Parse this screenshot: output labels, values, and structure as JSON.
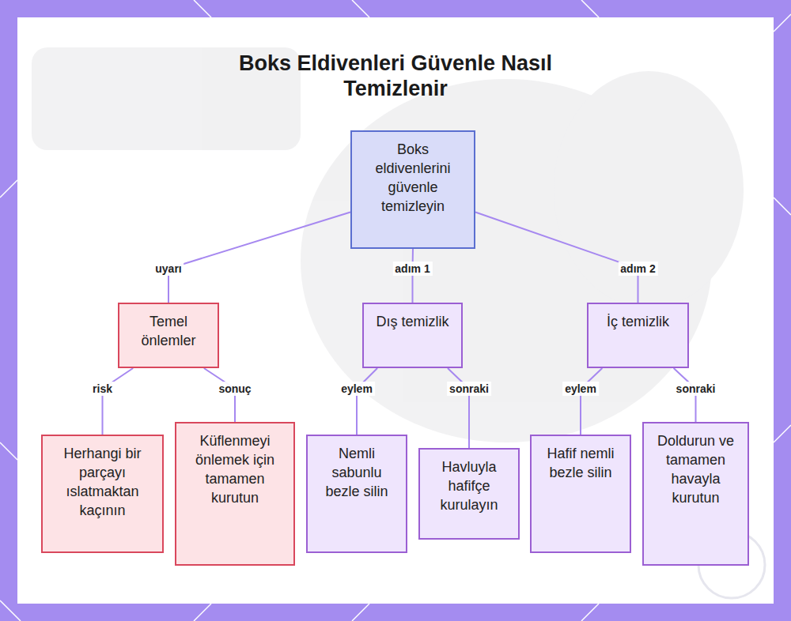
{
  "diagram": {
    "title": "Boks Eldivenleri Güvenle Nasıl Temizlenir",
    "nodes": [
      {
        "text": [
          "Boks eldivenlerini güvenle temizleyin"
        ]
      },
      {
        "text": [
          "Temel önlemler"
        ]
      },
      {
        "text": [
          "Dış temizlik"
        ]
      },
      {
        "text": [
          "İç temizlik"
        ]
      },
      {
        "text": [
          "Herhangi bir parçayı ıslatmaktan kaçının"
        ]
      },
      {
        "text": [
          "Küflenmeyi önlemek için tamamen kurutun"
        ]
      },
      {
        "text": [
          "Nemli sabunlu bezle silin"
        ]
      },
      {
        "text": [
          "Havluyla hafifçe kurulayın"
        ]
      },
      {
        "text": [
          "Hafif nemli bezle silin"
        ]
      },
      {
        "text": [
          "Doldurun ve tamamen havayla kurutun"
        ]
      }
    ],
    "edges": [
      {
        "from": 0,
        "to": 1,
        "label": "uyarı",
        "arrow": "none"
      },
      {
        "from": 0,
        "to": 2,
        "label": "adım 1",
        "arrow": "none"
      },
      {
        "from": 0,
        "to": 3,
        "label": "adım 2",
        "arrow": "none"
      },
      {
        "from": 1,
        "to": 4,
        "label": "risk",
        "arrow": "none"
      },
      {
        "from": 1,
        "to": 5,
        "label": "sonuç",
        "arrow": "none"
      },
      {
        "from": 2,
        "to": 6,
        "label": "eylem",
        "arrow": "none"
      },
      {
        "from": 2,
        "to": 7,
        "label": "sonraki",
        "arrow": "none"
      },
      {
        "from": 3,
        "to": 8,
        "label": "eylem",
        "arrow": "none"
      },
      {
        "from": 3,
        "to": 9,
        "label": "sonraki",
        "arrow": "none"
      }
    ]
  }
}
